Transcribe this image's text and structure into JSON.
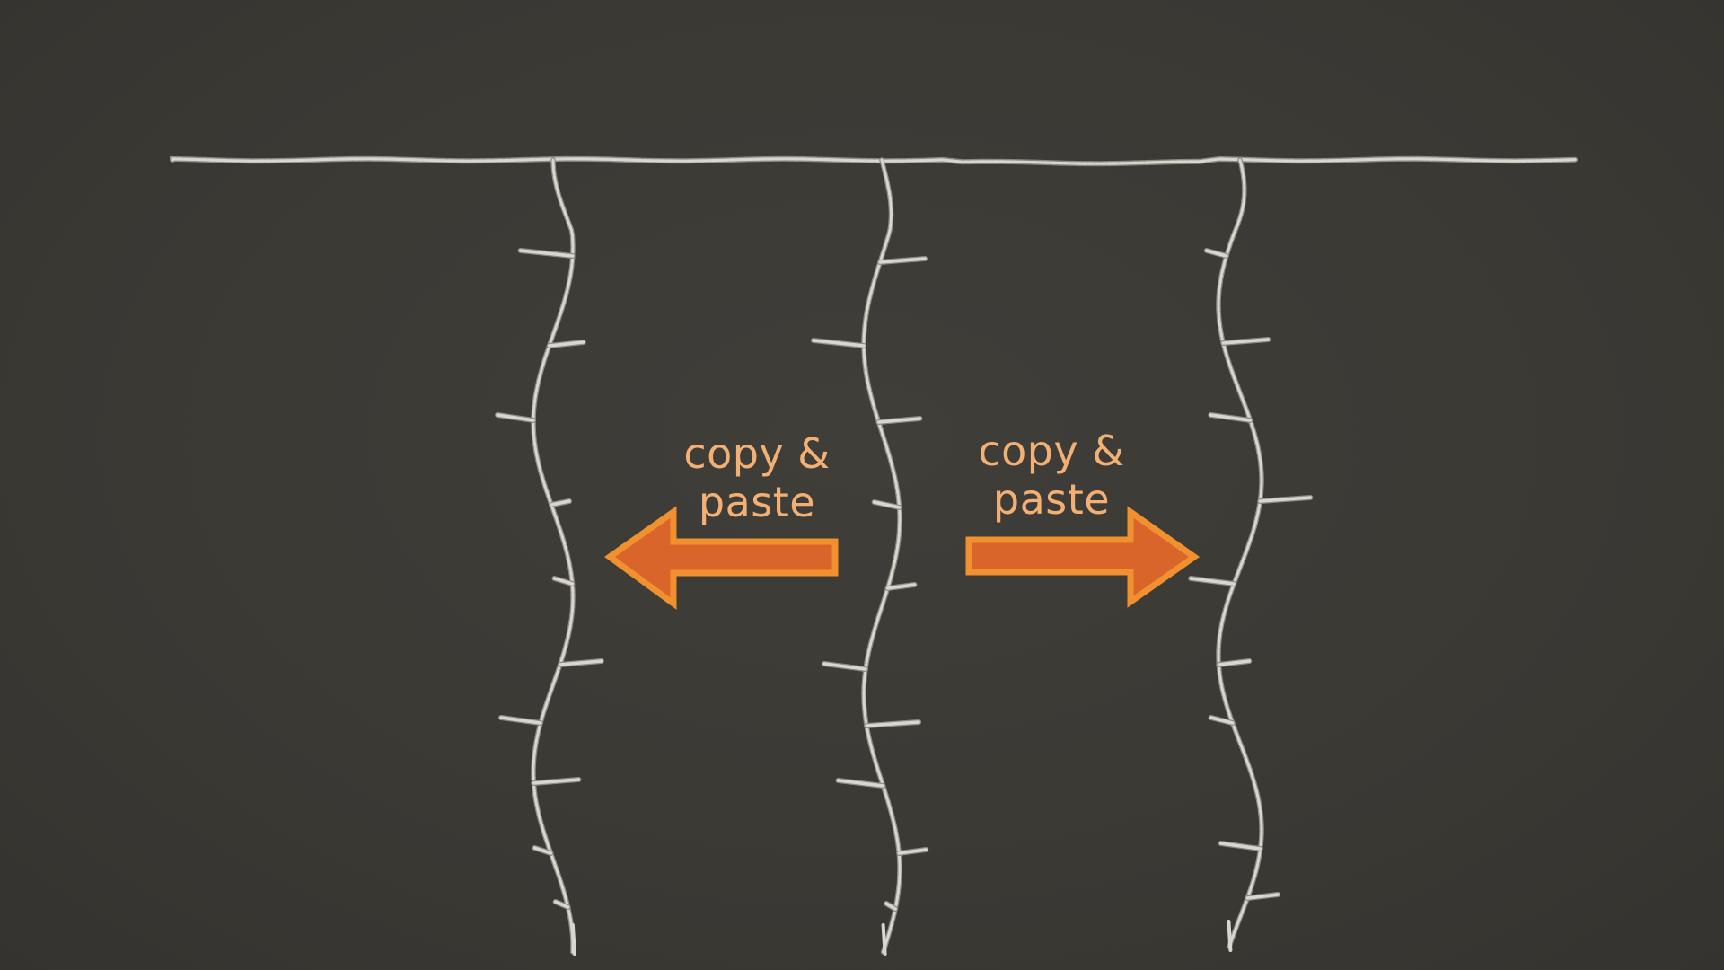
{
  "labels": {
    "left": "copy &\npaste",
    "right": "copy &\npaste"
  },
  "colors": {
    "background": "#3b3934",
    "wire": "#d9d6d0",
    "wire_shadow": "#8e8a83",
    "arrow_fill": "#d9652a",
    "arrow_outline": "#f0902f",
    "label_text": "#f3b074"
  },
  "strands": [
    {
      "name": "strand-left",
      "bulbs": 10
    },
    {
      "name": "strand-middle",
      "bulbs": 10
    },
    {
      "name": "strand-right",
      "bulbs": 9
    }
  ],
  "arrows": [
    {
      "name": "arrow-left",
      "direction": "left"
    },
    {
      "name": "arrow-right",
      "direction": "right"
    }
  ]
}
